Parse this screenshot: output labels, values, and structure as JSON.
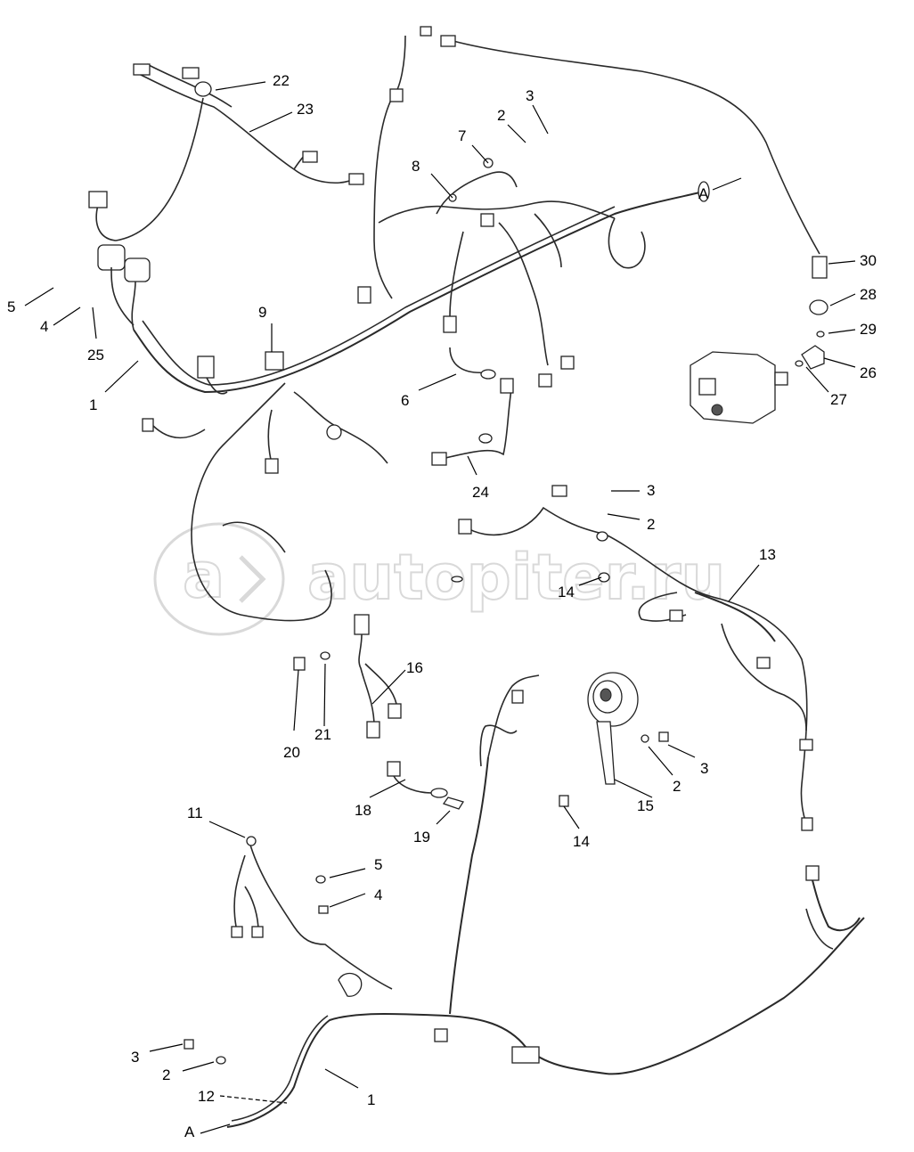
{
  "watermark": {
    "text": "autopiter.ru",
    "color": "#d9d9d9"
  },
  "callouts": [
    "22",
    "23",
    "2",
    "3",
    "7",
    "8",
    "A",
    "5",
    "4",
    "25",
    "1",
    "9",
    "6",
    "24",
    "30",
    "28",
    "29",
    "26",
    "27",
    "3",
    "2",
    "13",
    "14",
    "16",
    "21",
    "20",
    "18",
    "19",
    "15",
    "14",
    "2",
    "3",
    "11",
    "5",
    "4",
    "3",
    "2",
    "12",
    "1",
    "A"
  ],
  "colors": {
    "line": "#2a2a2a",
    "background": "#ffffff"
  }
}
